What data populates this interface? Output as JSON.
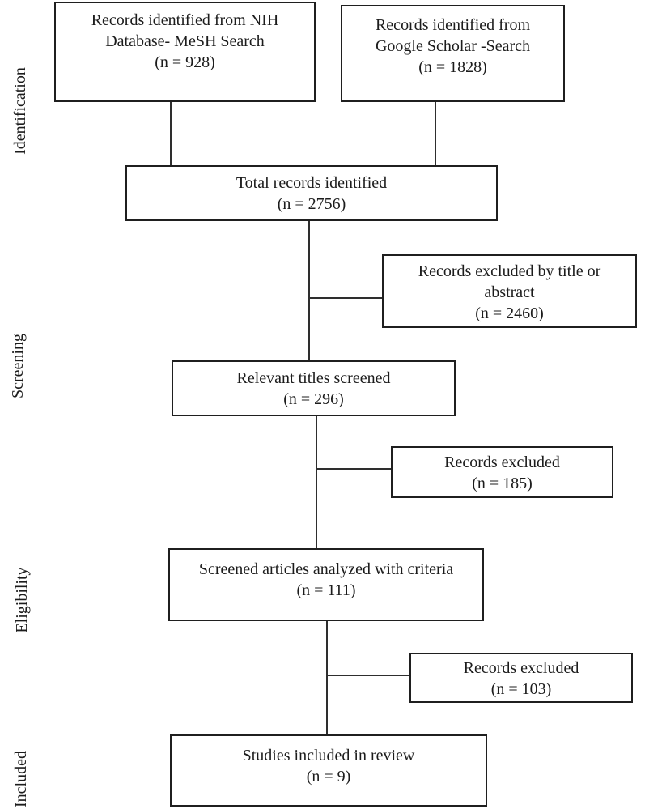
{
  "colors": {
    "background": "#ffffff",
    "text": "#1c1c1c",
    "box_border": "#1f1f1f",
    "connector_line": "#2e2e2e"
  },
  "stages": {
    "identification": "Identification",
    "screening": "Screening",
    "eligibility": "Eligibility",
    "included": "Included"
  },
  "boxes": {
    "nih": {
      "text": "Records identified from NIH\nDatabase- MeSH Search\n(n = 928)",
      "n": 928
    },
    "google": {
      "text": "Records identified from\nGoogle Scholar -Search\n(n = 1828)",
      "n": 1828
    },
    "total": {
      "text": "Total records identified\n(n = 2756)",
      "n": 2756
    },
    "excluded_title_abstract": {
      "text": "Records excluded by title or\nabstract\n(n = 2460)",
      "n": 2460
    },
    "relevant_titles": {
      "text": "Relevant titles screened\n(n = 296)",
      "n": 296
    },
    "excluded_screening": {
      "text": "Records excluded\n(n = 185)",
      "n": 185
    },
    "screened_articles": {
      "text": "Screened articles analyzed with criteria\n(n = 111)",
      "n": 111
    },
    "excluded_eligibility": {
      "text": "Records excluded\n(n = 103)",
      "n": 103
    },
    "studies_included": {
      "text": "Studies included in review\n(n = 9)",
      "n": 9
    }
  }
}
